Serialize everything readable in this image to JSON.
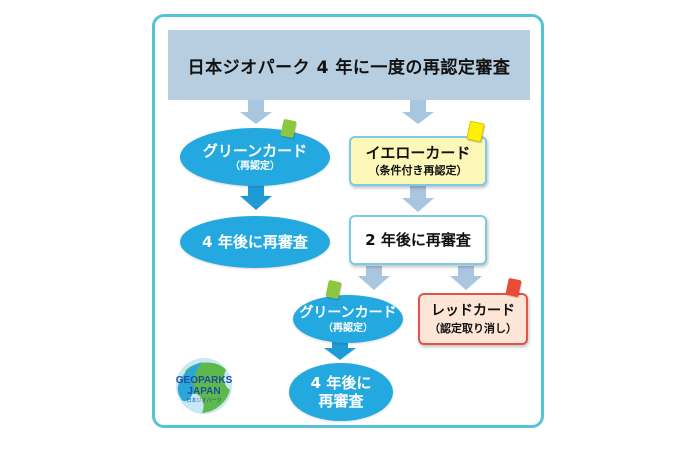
{
  "colors": {
    "frame": "#54c3d8",
    "header_bg": "#b6cee0",
    "ellipse_blue": "#23a9df",
    "arrow_light": "#a8c6e0",
    "arrow_dark": "#1e9ad6",
    "yellow_fill": "#fdf7b8",
    "red_border": "#e2534a",
    "red_fill": "#fde5d8",
    "card_green": "#8dc63f",
    "card_yellow": "#fff100",
    "card_red": "#e94b36"
  },
  "header": {
    "title": "日本ジオパーク 4 年に一度の再認定審査"
  },
  "nodes": {
    "green_card_1": {
      "label": "グリーンカード",
      "sub": "（再認定）",
      "icon": "green-card-icon"
    },
    "yellow_card": {
      "label": "イエローカード",
      "sub": "（条件付き再認定）",
      "icon": "yellow-card-icon"
    },
    "recheck_4y_1": {
      "label": "4 年後に再審査"
    },
    "recheck_2y": {
      "label": "2 年後に再審査"
    },
    "green_card_2": {
      "label": "グリーンカード",
      "sub": "（再認定）",
      "icon": "green-card-icon"
    },
    "red_card": {
      "label": "レッドカード",
      "sub": "（認定取り消し）",
      "icon": "red-card-icon"
    },
    "recheck_4y_2": {
      "line1": "4 年後に",
      "line2": "再審査"
    }
  },
  "logo": {
    "line1": "GEOPARKS",
    "line2": "JAPAN",
    "line3": "日本ジオパーク",
    "icon": "geoparks-japan-logo"
  }
}
